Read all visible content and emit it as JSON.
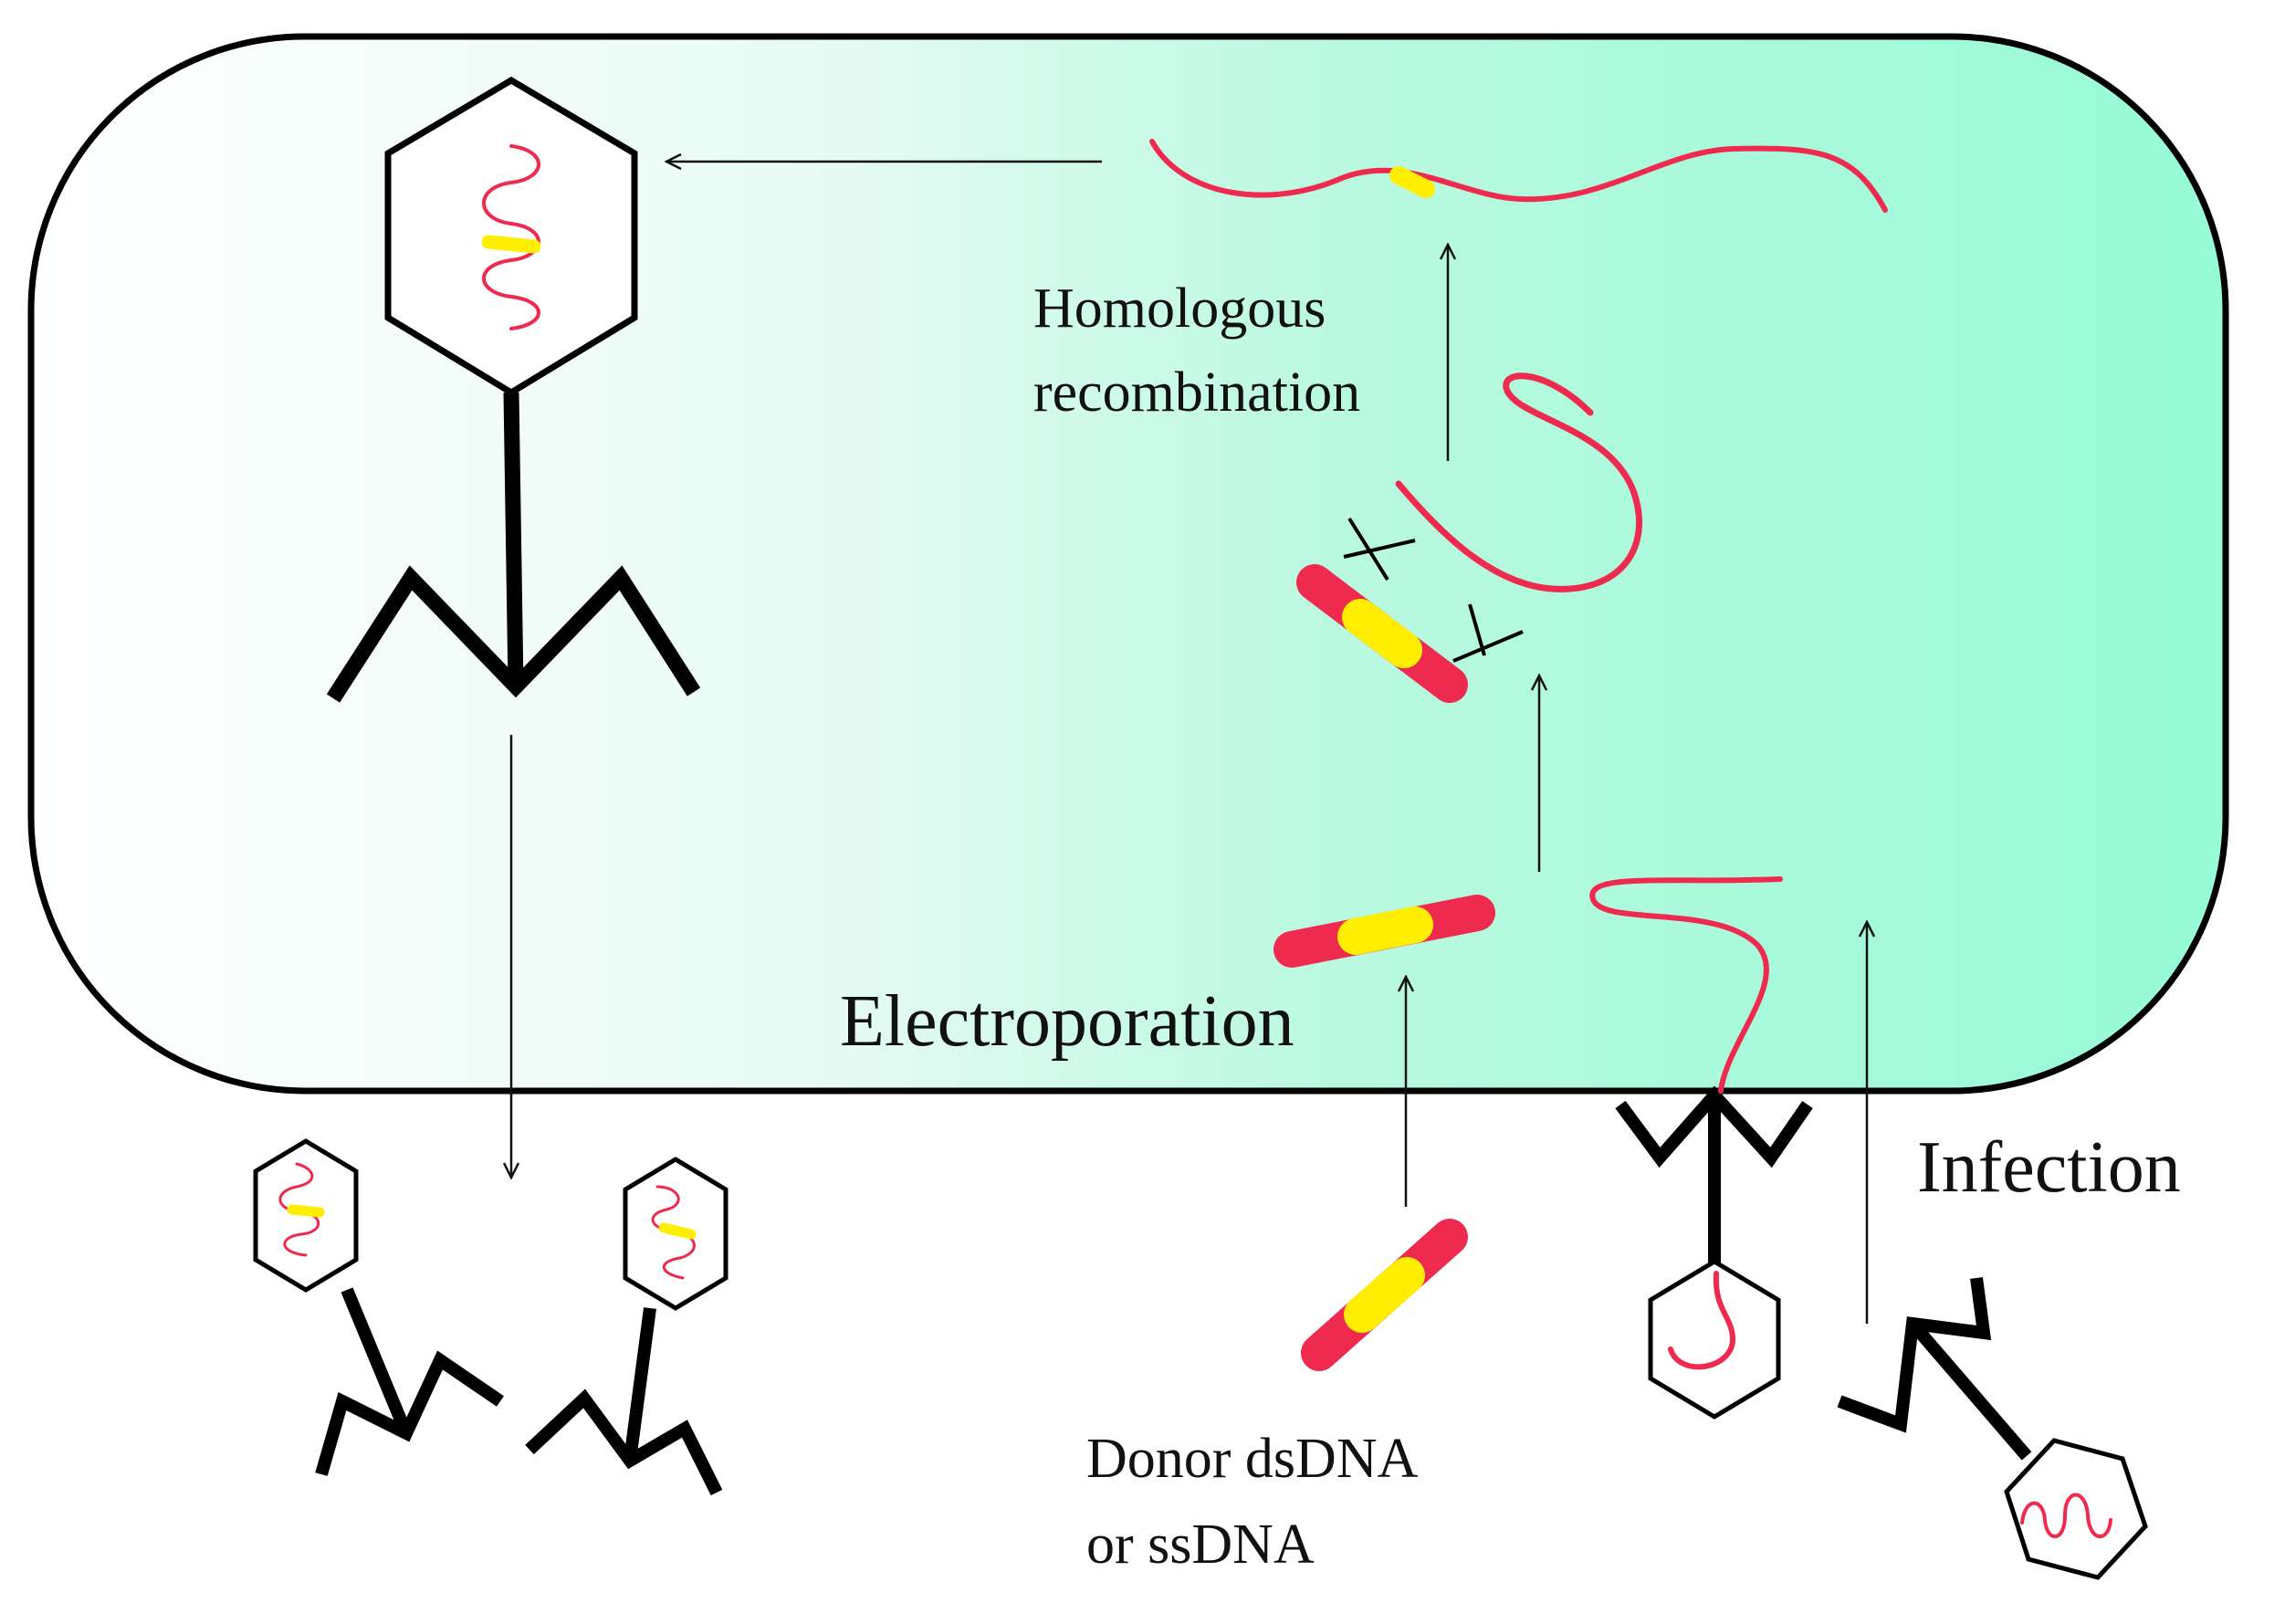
{
  "labels": {
    "homologous_line1": "Homologous",
    "homologous_line2": "recombination",
    "electroporation": "Electroporation",
    "infection": "Infection",
    "donor_line1": "Donor dsDNA",
    "donor_line2": "or ssDNA"
  },
  "colors": {
    "cell_gradient_start": "#ffffff",
    "cell_gradient_end": "#96fbd7",
    "phage_dna": "#ee2a4f",
    "donor_segment": "#ffee00",
    "outline": "#000000"
  },
  "icons": [
    "bacterial-cell",
    "phage-particle",
    "donor-dna-fragment",
    "crossover-marks",
    "arrow"
  ]
}
